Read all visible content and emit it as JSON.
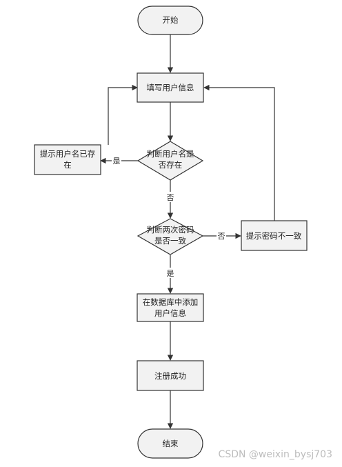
{
  "nodes": {
    "start": "开始",
    "fill_info": "填写用户信息",
    "check_username": [
      "判断用户名是",
      "否存在"
    ],
    "username_exists": [
      "提示用户名已存",
      "在"
    ],
    "check_password": [
      "判断两次密码",
      "是否一致"
    ],
    "password_mismatch": "提示密码不一致",
    "add_to_db": [
      "在数据库中添加",
      "用户信息"
    ],
    "register_success": "注册成功",
    "end": "结束"
  },
  "edge_labels": {
    "username_yes": "是",
    "username_no": "否",
    "password_no": "否",
    "password_yes": "是"
  },
  "watermark": "CSDN @weixin_bysj703",
  "colors": {
    "node_fill": "#f2f2f2",
    "node_stroke": "#333333",
    "edge": "#333333"
  }
}
